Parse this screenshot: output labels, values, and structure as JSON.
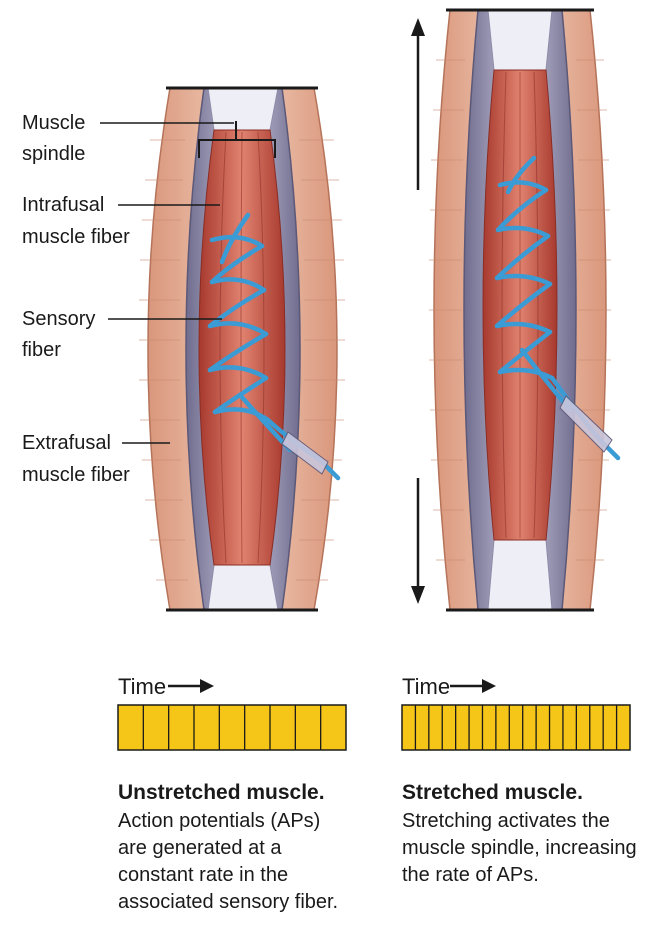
{
  "labels": {
    "muscle_spindle": [
      "Muscle",
      "spindle"
    ],
    "intrafusal": [
      "Intrafusal",
      "muscle fiber"
    ],
    "sensory": [
      "Sensory",
      "fiber"
    ],
    "extrafusal": [
      "Extrafusal",
      "muscle fiber"
    ]
  },
  "panels": [
    {
      "time_label": "Time",
      "ap_ticks": 9,
      "caption_title": "Unstretched muscle.",
      "caption_lines": [
        "Action potentials (APs)",
        "are generated at a",
        "constant rate in the",
        "associated sensory fiber."
      ]
    },
    {
      "time_label": "Time",
      "ap_ticks": 17,
      "caption_title": "Stretched muscle.",
      "caption_lines": [
        "Stretching activates the",
        "muscle spindle, increasing",
        "the rate of APs."
      ]
    }
  ],
  "colors": {
    "extrafusal": "#e8b9a2",
    "sheath": "#8d8aa8",
    "intrafusal": "#c95a4a",
    "nerve": "#3a9bd5",
    "ap_bar": "#f5c518"
  }
}
